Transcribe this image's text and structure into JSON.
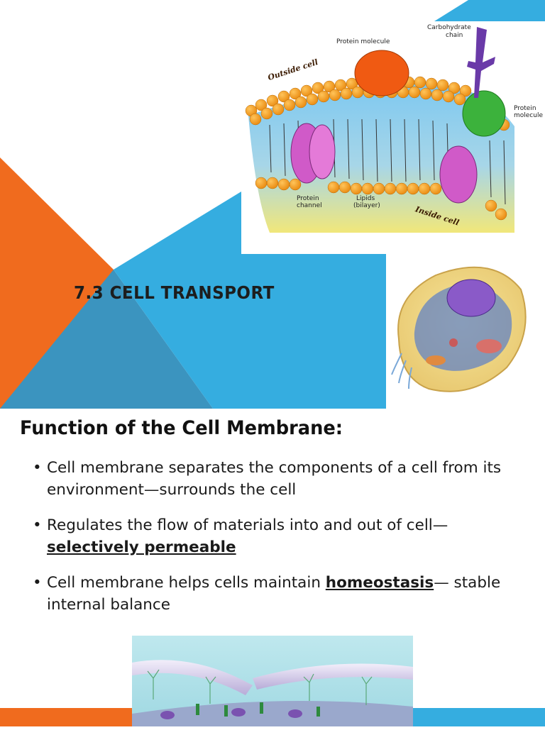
{
  "slide": {
    "title": "7.3 Cell Transport"
  },
  "membrane_figure": {
    "labels": {
      "outside_cell": "Outside cell",
      "protein_molecule_top": "Protein molecule",
      "carbohydrate_chain_line1": "Carbohydrate",
      "carbohydrate_chain_line2": "chain",
      "protein_molecule_right_line1": "Protein",
      "protein_molecule_right_line2": "molecule",
      "protein_channel_line1": "Protein",
      "protein_channel_line2": "channel",
      "lipids_line1": "Lipids",
      "lipids_line2": "(bilayer)",
      "inside_cell": "Inside cell"
    }
  },
  "content": {
    "heading": "Function of the Cell Membrane:",
    "bullet_symbol": "•",
    "bullet1": "Cell membrane separates the components of a cell from its environment—surrounds the cell",
    "bullet2_text": "Regulates the flow of materials into and out of cell—",
    "bullet2_emphasis": "selectively permeable",
    "bullet3_text": "Cell membrane helps cells maintain ",
    "bullet3_emphasis": "homeostasis",
    "bullet3_tail": "— stable internal balance"
  },
  "colors": {
    "orange": "#f06b1e",
    "blue": "#35ade0",
    "dark_blue": "#2a8fb8",
    "teal": "#3a98c4"
  }
}
